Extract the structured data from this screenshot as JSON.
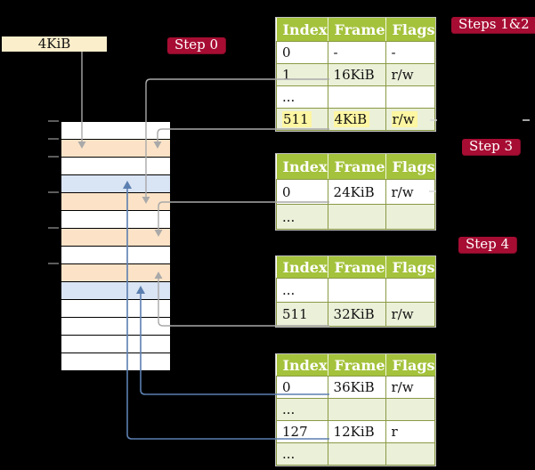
{
  "page_box": {
    "label": "4KiB"
  },
  "badges": {
    "step0": "Step 0",
    "steps_1_2": "Steps 1&2",
    "step3": "Step 3",
    "step4": "Step 4"
  },
  "tables": [
    {
      "headers": [
        "Index",
        "Frame",
        "Flags"
      ],
      "rows": [
        {
          "cells": [
            "0",
            "-",
            "-"
          ]
        },
        {
          "cells": [
            "1",
            "16KiB",
            "r/w"
          ]
        },
        {
          "cells": [
            "...",
            "",
            ""
          ]
        },
        {
          "cells": [
            "511",
            "4KiB",
            "r/w"
          ],
          "highlighted": true
        }
      ]
    },
    {
      "headers": [
        "Index",
        "Frame",
        "Flags"
      ],
      "rows": [
        {
          "cells": [
            "0",
            "24KiB",
            "r/w"
          ]
        },
        {
          "cells": [
            "...",
            "",
            ""
          ]
        }
      ]
    },
    {
      "headers": [
        "Index",
        "Frame",
        "Flags"
      ],
      "rows": [
        {
          "cells": [
            "...",
            "",
            ""
          ]
        },
        {
          "cells": [
            "511",
            "32KiB",
            "r/w"
          ]
        }
      ]
    },
    {
      "headers": [
        "Index",
        "Frame",
        "Flags"
      ],
      "rows": [
        {
          "cells": [
            "0",
            "36KiB",
            "r/w"
          ]
        },
        {
          "cells": [
            "...",
            "",
            ""
          ]
        },
        {
          "cells": [
            "127",
            "12KiB",
            "r"
          ]
        },
        {
          "cells": [
            "...",
            "",
            ""
          ]
        }
      ]
    }
  ],
  "memory_stack": {
    "rows": [
      {
        "tone": "white"
      },
      {
        "tone": "orange"
      },
      {
        "tone": "white"
      },
      {
        "tone": "blue"
      },
      {
        "tone": "orange"
      },
      {
        "tone": "white"
      },
      {
        "tone": "orange"
      },
      {
        "tone": "white"
      },
      {
        "tone": "orange"
      },
      {
        "tone": "blue"
      },
      {
        "tone": "white"
      },
      {
        "tone": "white"
      },
      {
        "tone": "white"
      },
      {
        "tone": "white"
      }
    ]
  },
  "colors": {
    "badge_red": "#a70d33",
    "table_header_green": "#a4c23c",
    "table_row_green": "#ebf0d9",
    "table_border_olive": "#8a9a45",
    "highlight_yellow": "#fdf6a2",
    "stack_orange": "#fce3c7",
    "stack_blue": "#d9e4f4",
    "page_box_cream": "#fbeeca",
    "arrow_gray": "#a9a9a9",
    "arrow_blue": "#5b7fb0"
  }
}
